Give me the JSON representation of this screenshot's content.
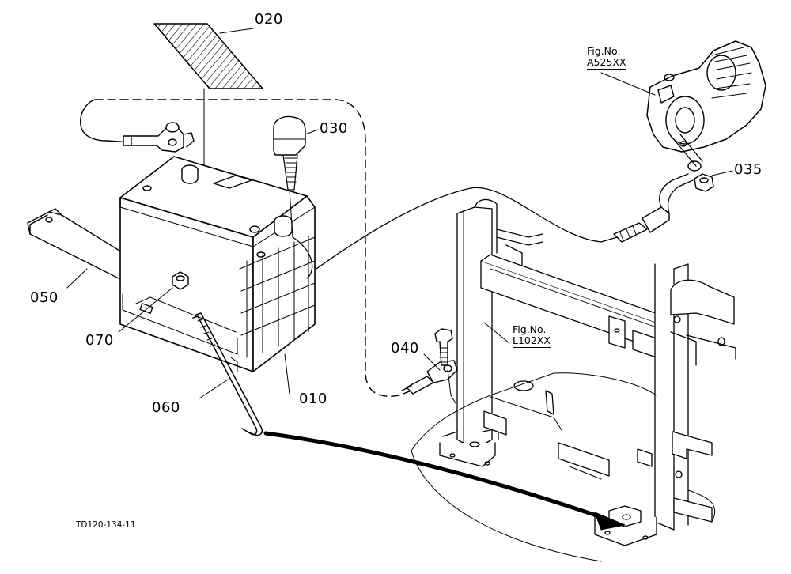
{
  "callouts": {
    "c010": "010",
    "c020": "020",
    "c030": "030",
    "c035": "035",
    "c040": "040",
    "c050": "050",
    "c060": "060",
    "c070": "070"
  },
  "fig_refs": {
    "starter": {
      "label": "Fig.No.",
      "code": "A525XX"
    },
    "frame": {
      "label": "Fig.No.",
      "code": "L102XX"
    }
  },
  "drawing_code": "TD120-134-11"
}
